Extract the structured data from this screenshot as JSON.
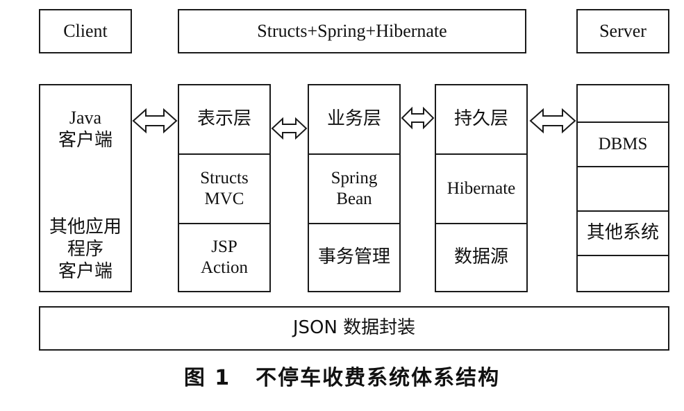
{
  "headers": {
    "client": "Client",
    "framework": "Structs+Spring+Hibernate",
    "server": "Server"
  },
  "client_column": {
    "java_client": "Java\n客户端",
    "other_client": "其他应用\n程序\n客户端"
  },
  "presentation": {
    "layer": "表示层",
    "mvc": "Structs\nMVC",
    "action": "JSP\nAction"
  },
  "business": {
    "layer": "业务层",
    "bean": "Spring\nBean",
    "tx": "事务管理"
  },
  "persistence": {
    "layer": "持久层",
    "orm": "Hibernate",
    "datasource": "数据源"
  },
  "server_column": {
    "dbms": "DBMS",
    "other": "其他系统"
  },
  "footer": {
    "json": "JSON 数据封装"
  },
  "caption": {
    "figure": "图 1",
    "title": "不停车收费系统体系结构"
  }
}
